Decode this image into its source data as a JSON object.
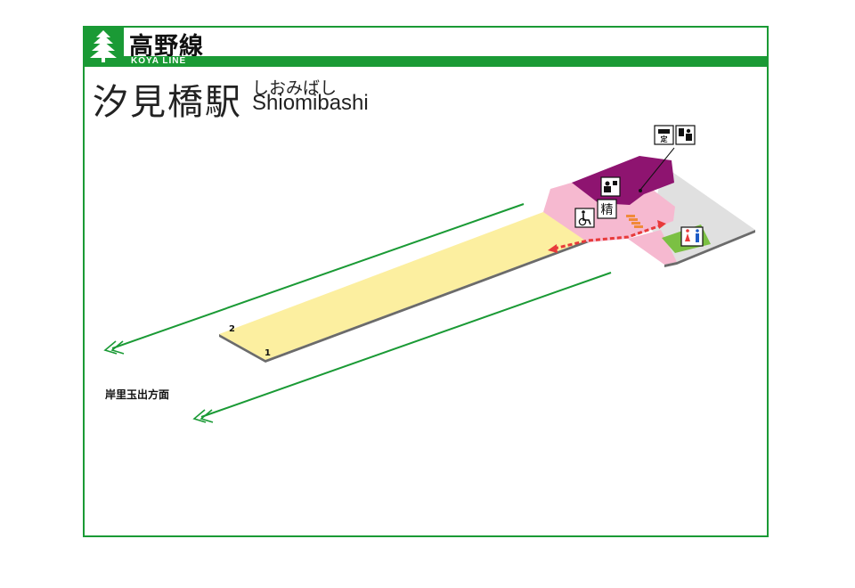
{
  "header": {
    "line_name_ja": "高野線",
    "line_name_en": "KOYA LINE",
    "logo_icon": "cedar-tree-logo-icon"
  },
  "station": {
    "name_ja": "汐見橋駅",
    "name_kana": "しおみばし",
    "name_en": "Shiomibashi"
  },
  "map": {
    "direction_label": "岸里玉出方面",
    "platform_numbers": [
      "1",
      "2"
    ],
    "facility_labels": {
      "fare_adjustment": "精"
    },
    "icons": [
      "commuter-pass-machine-icon",
      "ticket-office-icon",
      "station-staff-icon",
      "fare-adjustment-machine-icon",
      "wheelchair-accessible-icon",
      "restroom-icon",
      "stairs-icon",
      "route-arrow-icon",
      "direction-arrow-icon"
    ],
    "colors": {
      "line_green": "#1a9a35",
      "platform": "#fcefa0",
      "concourse": "#f6b9d0",
      "station_building": "#8e1470",
      "outside_area": "#e0e0e0",
      "restroom_area": "#7bc043",
      "route_arrow": "#e83a3a"
    }
  }
}
